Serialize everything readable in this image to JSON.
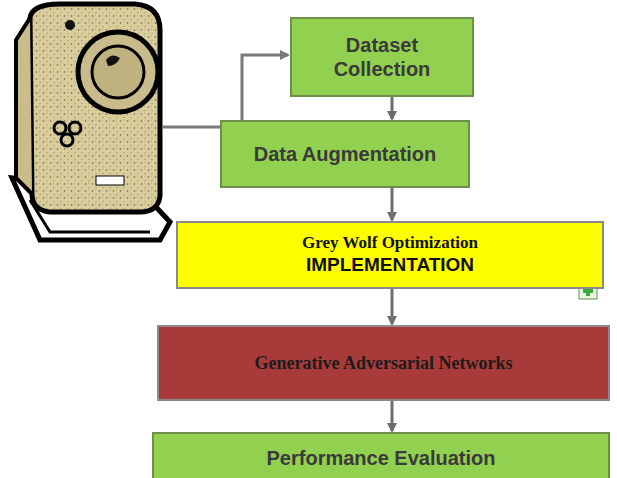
{
  "diagram": {
    "nodes": [
      {
        "text": [
          "Dataset Collection"
        ]
      },
      {
        "text": [
          "Data Augmentation"
        ]
      },
      {
        "text": [
          "Grey Wolf Optimization",
          "IMPLEMENTATION"
        ]
      },
      {
        "text": [
          "Generative Adversarial Networks"
        ]
      },
      {
        "text": [
          "Performance Evaluation"
        ]
      }
    ],
    "edges": [
      {
        "from": 0,
        "to": 1,
        "arrow": "to"
      },
      {
        "from": 1,
        "to": 2,
        "arrow": "to"
      },
      {
        "from": 2,
        "to": 3,
        "arrow": "to"
      },
      {
        "from": 3,
        "to": 4,
        "arrow": "to"
      }
    ]
  }
}
